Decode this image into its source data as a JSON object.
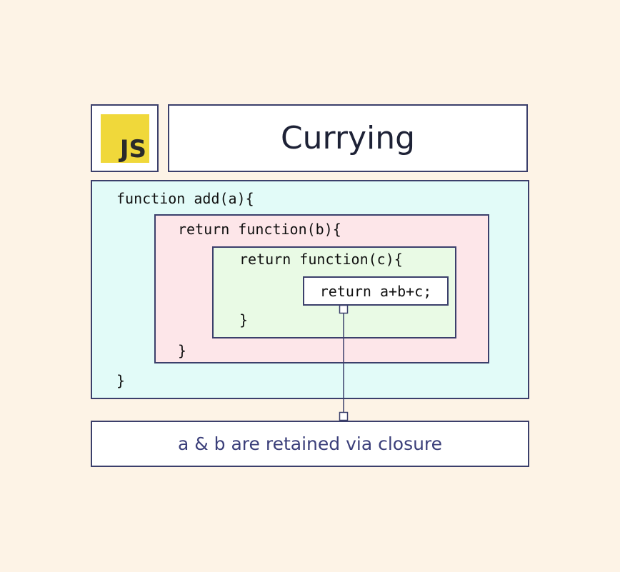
{
  "logo": {
    "text": "JS",
    "icon": "javascript-logo-icon",
    "background_color": "#f0d83a"
  },
  "title": "Currying",
  "code": {
    "outer_open": "function add(a){",
    "middle_open": "return function(b){",
    "inner_open": "return function(c){",
    "core": "return a+b+c;",
    "inner_close": "}",
    "middle_close": "}",
    "outer_close": "}"
  },
  "note": "a & b are retained via closure",
  "colors": {
    "background": "#fdf3e6",
    "border": "#3b3f6b",
    "outer_scope": "#e2fbf8",
    "middle_scope": "#fde6e9",
    "inner_scope": "#e9fae5",
    "note_text": "#3b3f7a"
  }
}
